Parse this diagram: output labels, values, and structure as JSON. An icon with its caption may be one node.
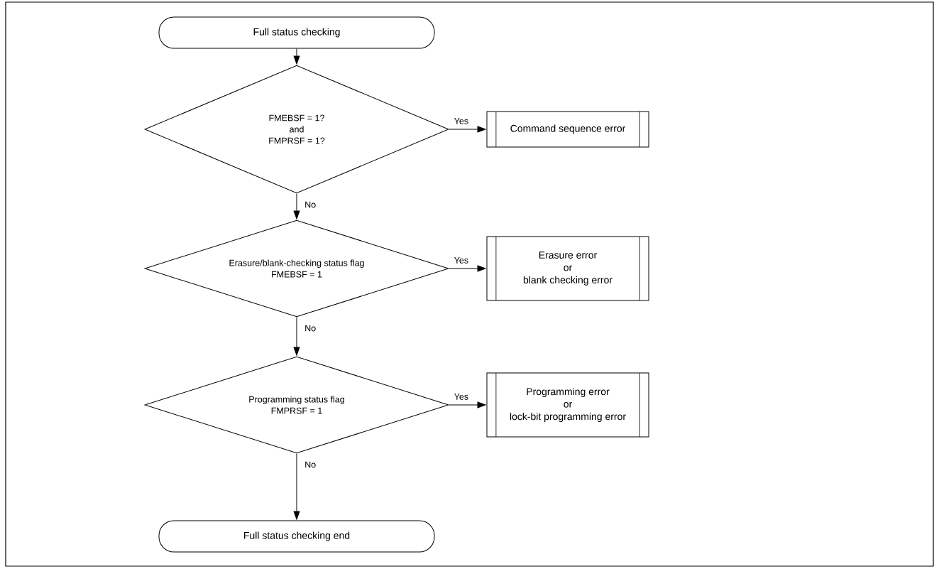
{
  "diagram": {
    "nodes": [
      {
        "text": [
          "Full status checking"
        ]
      },
      {
        "text": [
          "FMEBSF = 1?",
          "and",
          "FMPRSF = 1?"
        ]
      },
      {
        "text": [
          "Command sequence error"
        ]
      },
      {
        "text": [
          "Erasure/blank-checking status flag",
          "FMEBSF = 1"
        ]
      },
      {
        "text": [
          "Erasure error",
          "or",
          "blank checking error"
        ]
      },
      {
        "text": [
          "Programming status flag",
          "FMPRSF = 1"
        ]
      },
      {
        "text": [
          "Programming error",
          "or",
          "lock-bit programming error"
        ]
      },
      {
        "text": [
          "Full status checking end"
        ]
      }
    ],
    "edges": [
      {
        "from": 0,
        "to": 1,
        "arrow": "to"
      },
      {
        "from": 1,
        "to": 2,
        "arrow": "to",
        "label": "Yes"
      },
      {
        "from": 1,
        "to": 3,
        "arrow": "to",
        "label": "No"
      },
      {
        "from": 3,
        "to": 4,
        "arrow": "to",
        "label": "Yes"
      },
      {
        "from": 3,
        "to": 5,
        "arrow": "to",
        "label": "No"
      },
      {
        "from": 5,
        "to": 6,
        "arrow": "to",
        "label": "Yes"
      },
      {
        "from": 5,
        "to": 7,
        "arrow": "to",
        "label": "No"
      }
    ]
  }
}
